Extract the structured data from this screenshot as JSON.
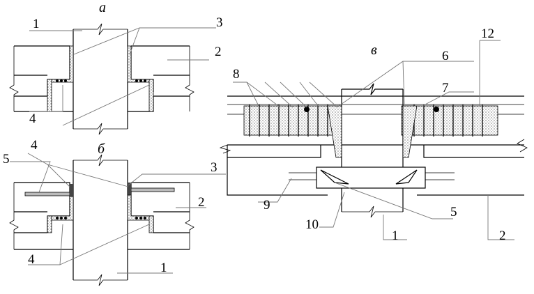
{
  "titles": {
    "a": "а",
    "b": "б",
    "v": "в"
  },
  "labels": {
    "a1": "1",
    "a2": "2",
    "a3": "3",
    "a4": "4",
    "b1": "1",
    "b2": "2",
    "b3": "3",
    "b4a": "4",
    "b4b": "4",
    "b5": "5",
    "v1": "1",
    "v2": "2",
    "v5": "5",
    "v6": "6",
    "v7": "7",
    "v8": "8",
    "v9": "9",
    "v10": "10",
    "v12": "12"
  }
}
